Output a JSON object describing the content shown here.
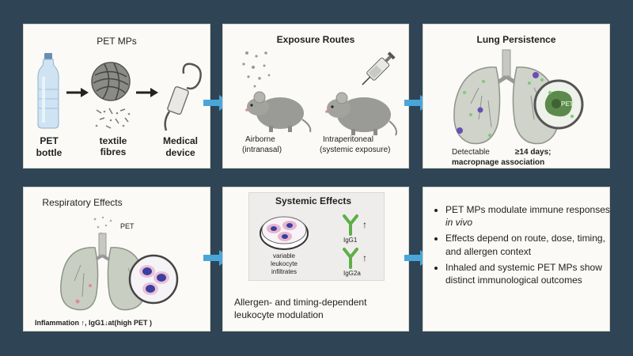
{
  "panel1": {
    "title": "PET MPs",
    "bottle_label_1": "PET",
    "bottle_label_2": "bottle",
    "fibres_label_1": "textile",
    "fibres_label_2": "fibres",
    "device_label_1": "Medical",
    "device_label_2": "device"
  },
  "panel2": {
    "title": "Exposure Routes",
    "airborne_1": "Airborne",
    "airborne_2": "(intranasal)",
    "ip_1": "Intraperitoneal",
    "ip_2": "(systemic exposure)"
  },
  "panel3": {
    "title": "Lung Persistence",
    "pet_tag": "PET",
    "caption_1a": "Detectable",
    "caption_1b": "≥14 days;",
    "caption_2": "macropnage association"
  },
  "panel4": {
    "title": "Respiratory Effects",
    "pet_tag": "PET",
    "caption": "Inflammation ↑, IgG1↓at(high PET )"
  },
  "panel5": {
    "title": "Systemic Effects",
    "infiltrate_1": "variable",
    "infiltrate_2": "leukocyte",
    "infiltrate_3": "infiltrates",
    "igg1": "IgG1",
    "igg2a": "IgG2a",
    "up_arrow": "↑",
    "caption_1": "Allergen- and timing-dependent",
    "caption_2": "leukocyte modulation"
  },
  "panel6": {
    "bullet_1_a": "PET MPs modulate immune responses ",
    "bullet_1_b": "in vivo",
    "bullet_2": "Effects depend on route, dose, timing, and allergen context",
    "bullet_3": "Inhaled and systemic PET MPs show distinct immunological outcomes"
  },
  "colors": {
    "background": "#2f4556",
    "arrow": "#4aa6d8",
    "panel": "#fbfaf6"
  }
}
